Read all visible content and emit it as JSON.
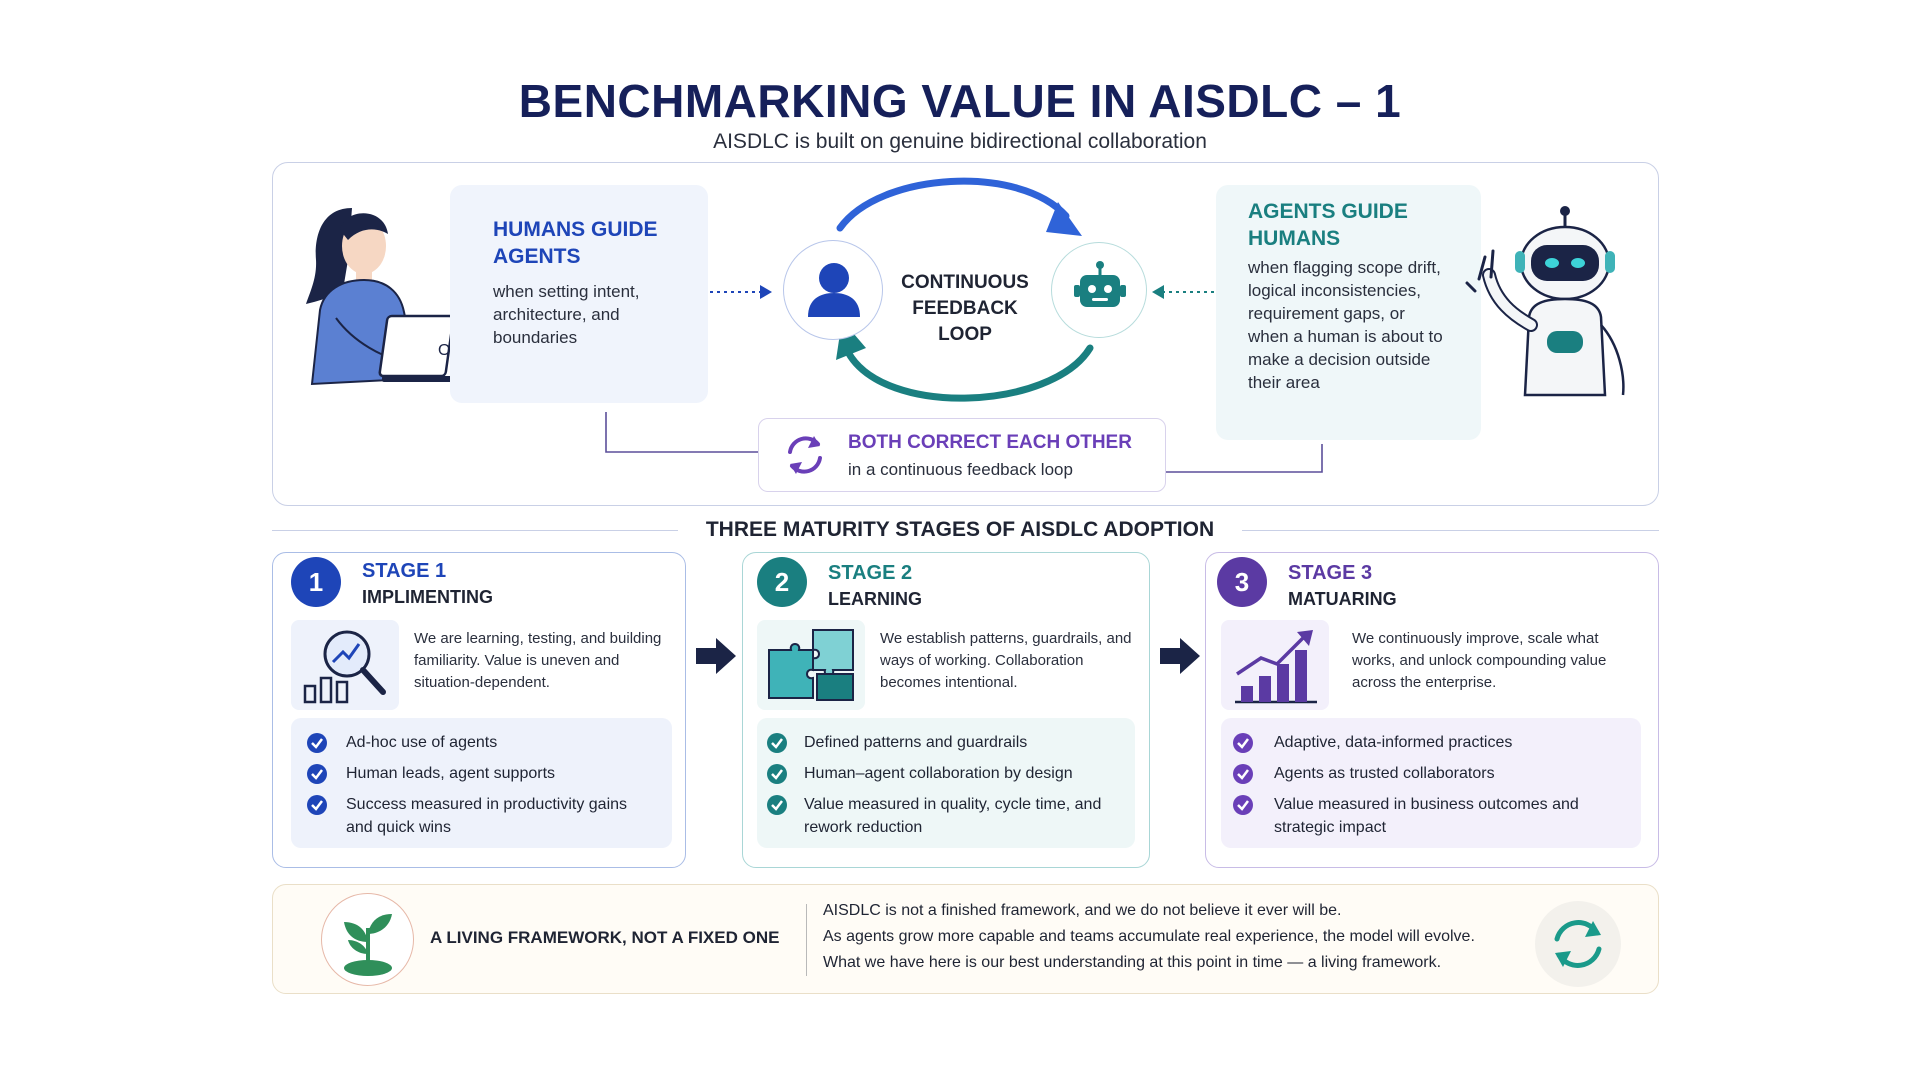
{
  "header": {
    "title": "BENCHMARKING VALUE IN AISDLC – 1",
    "subtitle": "AISDLC is built on genuine bidirectional collaboration"
  },
  "collaboration": {
    "humans_guide": {
      "title": "HUMANS GUIDE AGENTS",
      "text": "when setting intent, architecture, and boundaries"
    },
    "loop_label": "CONTINUOUS FEEDBACK LOOP",
    "agents_guide": {
      "title": "AGENTS GUIDE HUMANS",
      "text": "when flagging scope drift, logical inconsistencies, requirement gaps, or when a human is about to make a decision outside their area"
    },
    "both": {
      "title": "BOTH CORRECT EACH OTHER",
      "text": "in a continuous feedback loop"
    },
    "laptop_glyph": "O"
  },
  "stages_heading": "THREE MATURITY STAGES OF AISDLC ADOPTION",
  "stages": [
    {
      "number": "1",
      "title": "STAGE 1",
      "subtitle": "IMPLIMENTING",
      "description": "We are learning, testing, and building familiarity. Value is uneven and situation-dependent.",
      "items": [
        "Ad-hoc use of agents",
        "Human leads, agent supports",
        "Success measured in productivity gains and quick wins"
      ]
    },
    {
      "number": "2",
      "title": "STAGE 2",
      "subtitle": "LEARNING",
      "description": "We establish patterns, guardrails, and ways of working. Collaboration becomes intentional.",
      "items": [
        "Defined patterns and guardrails",
        "Human–agent collaboration by design",
        "Value measured in quality, cycle time, and rework reduction"
      ]
    },
    {
      "number": "3",
      "title": "STAGE 3",
      "subtitle": "MATUARING",
      "description": "We continuously improve, scale what works, and unlock compounding value across the enterprise.",
      "items": [
        "Adaptive, data-informed practices",
        "Agents as trusted collaborators",
        "Value measured in business outcomes and strategic impact"
      ]
    }
  ],
  "footer": {
    "heading": "A LIVING FRAMEWORK, NOT A FIXED ONE",
    "lines": [
      "AISDLC is not a finished framework, and we do not believe it ever will be.",
      "As agents grow more capable and teams accumulate real experience, the model will evolve.",
      "What we have here is our best understanding at this point in time — a living framework."
    ]
  },
  "colors": {
    "navy": "#16205a",
    "blue": "#1e45b8",
    "teal": "#1a7f80",
    "purple": "#5b3aa3"
  },
  "icons": {
    "human": "person-icon",
    "robot": "robot-icon",
    "sync": "sync-icon",
    "stage1": "magnifier-chart-icon",
    "stage2": "puzzle-icon",
    "stage3": "growth-chart-icon",
    "footer_left": "sprout-icon",
    "footer_right": "refresh-icon"
  }
}
